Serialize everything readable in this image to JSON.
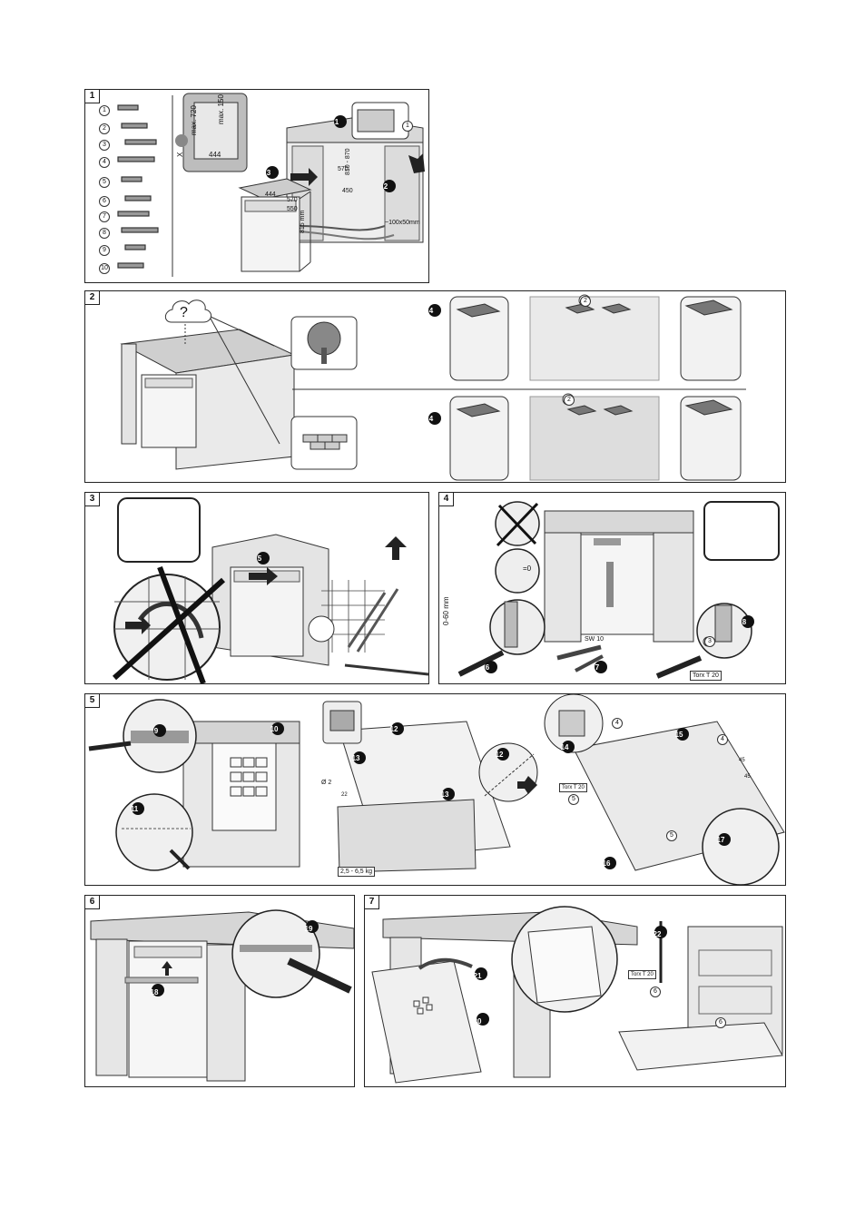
{
  "panels": {
    "p1": {
      "number": "1"
    },
    "p2": {
      "number": "2"
    },
    "p3": {
      "number": "3"
    },
    "p4": {
      "number": "4"
    },
    "p5": {
      "number": "5"
    },
    "p6": {
      "number": "6"
    },
    "p7": {
      "number": "7"
    }
  },
  "parts_list": [
    "1",
    "2",
    "3",
    "4",
    "5",
    "6",
    "7",
    "8",
    "9",
    "10"
  ],
  "dimensions": {
    "max720": "max. 720",
    "max150": "max. 150",
    "d444": "444",
    "d570": "570",
    "d810_870": "810 - 870",
    "d450": "450",
    "d570b": "570",
    "d550": "550",
    "d815": "815 mm",
    "hole": "~100x50mm",
    "x": "X",
    "d444top": "444"
  },
  "steps": [
    "1",
    "2",
    "3",
    "4",
    "5",
    "6",
    "7",
    "8",
    "9",
    "10",
    "11",
    "12",
    "13",
    "14",
    "15",
    "16",
    "17",
    "18",
    "19",
    "20",
    "21",
    "22"
  ],
  "question_mark": "?",
  "tool_labels": {
    "sw10": "SW 10",
    "torx_p4": "Torx T 20",
    "torx_p5": "Torx T 20",
    "torx_p7": "Torx T 20",
    "gap": "0-60 mm",
    "zero": "=0",
    "weight": "2,5 - 6,5 kg",
    "dia2": "Ø 2",
    "d22": "22",
    "a45a": "45",
    "a45b": "45"
  },
  "circled_refs": {
    "p4_3": "3",
    "p5_4a": "4",
    "p5_4b": "4",
    "p5_5a": "5",
    "p5_5b": "5",
    "p7_6a": "6",
    "p7_6b": "6",
    "p1_1": "1"
  }
}
